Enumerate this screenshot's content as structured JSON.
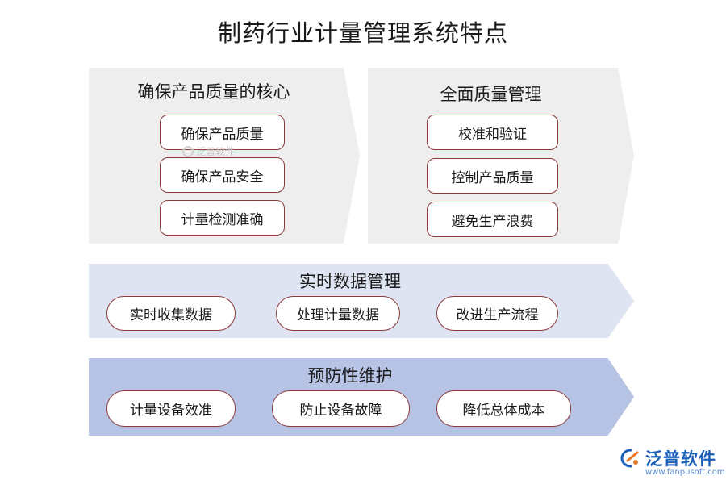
{
  "title": "制药行业计量管理系统特点",
  "sections": [
    {
      "heading": "确保产品质量的核心",
      "items": [
        "确保产品质量",
        "确保产品安全",
        "计量检测准确"
      ]
    },
    {
      "heading": "全面质量管理",
      "items": [
        "校准和验证",
        "控制产品质量",
        "避免生产浪费"
      ]
    },
    {
      "heading": "实时数据管理",
      "items": [
        "实时收集数据",
        "处理计量数据",
        "改进生产流程"
      ]
    },
    {
      "heading": "预防性维护",
      "items": [
        "计量设备效准",
        "防止设备故障",
        "降低总体成本"
      ]
    }
  ],
  "watermark": "泛普软件",
  "logo": {
    "name": "泛普软件",
    "url": "www.fanpusoft.com"
  },
  "colors": {
    "panel_gray": "#eeeeee",
    "panel_light_blue": "#dfe4f2",
    "panel_blue": "#b6c3e4",
    "pill_border": "#8a3a3a",
    "logo_blue": "#1c5fb8"
  }
}
